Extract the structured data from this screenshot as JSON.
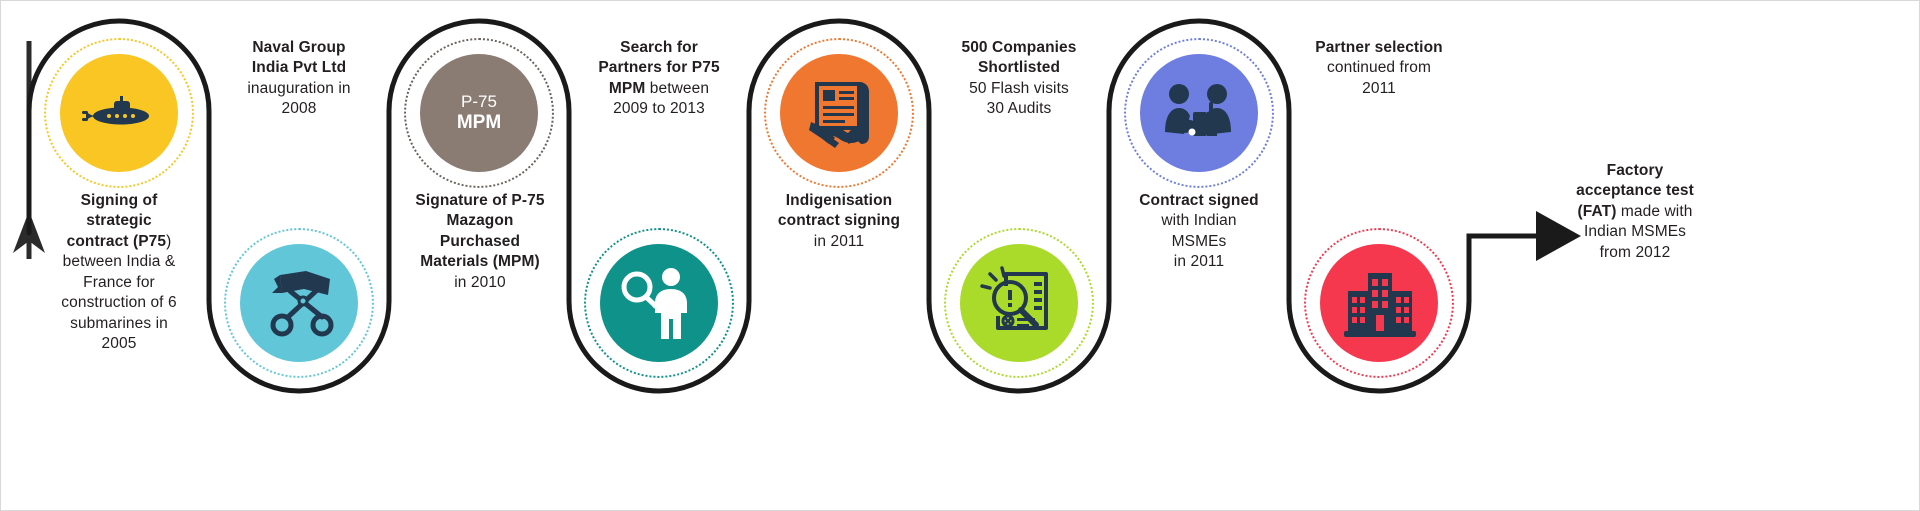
{
  "infographic": {
    "title_semantic": "P-75 submarine programme indigenisation timeline",
    "background": "#ffffff",
    "path_color": "#1a1a1a",
    "text_color": "#231f20"
  },
  "steps": [
    {
      "id": "step-1",
      "icon_name": "submarine-icon",
      "color": "#f9c623",
      "badge_label": null,
      "caption_html_lines": [
        "Signing of",
        "strategic",
        "contract (P75)",
        "between India &",
        "France for",
        "construction of 6",
        "submarines in",
        "2005"
      ],
      "caption_bold_prefix": "Signing of strategic contract (P75)",
      "caption_rest": " between India & France for construction of 6 submarines in 2005",
      "year": "2005"
    },
    {
      "id": "step-2",
      "icon_name": "ribbon-cutting-scissors-icon",
      "color": "#62c6d9",
      "badge_label": null,
      "caption_html_lines": [
        "Naval Group",
        "India Pvt Ltd",
        "inauguration in",
        "2008"
      ],
      "caption_bold_prefix": "Naval Group India Pvt Ltd",
      "caption_rest": " inauguration in 2008",
      "year": "2008"
    },
    {
      "id": "step-3",
      "icon_name": "p75-mpm-text-badge",
      "color": "#8a7b73",
      "badge_label": {
        "line1": "P-75",
        "line2": "MPM"
      },
      "caption_html_lines": [
        "Signature of P-75",
        "Mazagon",
        "Purchased",
        "Materials (MPM)",
        "in 2010"
      ],
      "caption_bold_prefix": "Signature of P-75 Mazagon Purchased Materials (MPM)",
      "caption_rest": " in 2010",
      "year": "2010"
    },
    {
      "id": "step-4",
      "icon_name": "search-partner-person-icon",
      "color": "#0e9289",
      "badge_label": null,
      "caption_html_lines": [
        "Search for",
        "Partners for P75",
        "MPM between",
        "2009 to 2013"
      ],
      "caption_bold_prefix": "Search for Partners for P75 MPM",
      "caption_rest": " between 2009 to 2013",
      "year": "2009 to 2013"
    },
    {
      "id": "step-5",
      "icon_name": "contract-handshake-icon",
      "color": "#f0772f",
      "badge_label": null,
      "caption_html_lines": [
        "Indigenisation",
        "contract signing",
        "in 2011"
      ],
      "caption_bold_prefix": "Indigenisation contract signing",
      "caption_rest": " in 2011",
      "year": "2011"
    },
    {
      "id": "step-6",
      "icon_name": "audit-magnifier-checklist-icon",
      "color": "#aada2a",
      "badge_label": null,
      "caption_html_lines": [
        "500 Companies",
        "Shortlisted",
        "50 Flash visits",
        "30 Audits"
      ],
      "caption_bold_prefix": "500 Companies Shortlisted",
      "caption_rest": " 50 Flash visits 30 Audits",
      "year": null
    },
    {
      "id": "step-7",
      "icon_name": "two-people-meeting-icon",
      "color": "#6e7ee0",
      "badge_label": null,
      "caption_html_lines": [
        "Contract signed",
        "with Indian",
        "MSMEs",
        "in 2011"
      ],
      "caption_bold_prefix": "Contract signed",
      "caption_rest": " with Indian MSMEs in 2011",
      "year": "2011"
    },
    {
      "id": "step-8",
      "icon_name": "factory-buildings-icon",
      "color": "#f5384e",
      "badge_label": null,
      "caption_html_lines": [
        "Partner selection",
        "continued from",
        "2011"
      ],
      "caption_bold_prefix": "Partner selection",
      "caption_rest": " continued from 2011",
      "year": "2011"
    },
    {
      "id": "step-9",
      "icon_name": null,
      "color": null,
      "badge_label": null,
      "caption_html_lines": [
        "Factory",
        "acceptance test",
        "(FAT) made with",
        "Indian MSMEs",
        "from 2012"
      ],
      "caption_bold_prefix": "Factory acceptance test (FAT)",
      "caption_rest": " made with Indian MSMEs from 2012",
      "year": "2012"
    }
  ],
  "captions": {
    "c1": {
      "b1": "Signing of",
      "b2": "strategic",
      "b3": "contract (P75",
      "n3": ")",
      "n4": "between India &",
      "n5": "France for",
      "n6": "construction of 6",
      "n7": "submarines in",
      "n8": "2005"
    },
    "c2": {
      "b1": "Naval Group",
      "b2": "India Pvt Ltd",
      "n3": "inauguration in",
      "n4": "2008"
    },
    "c3": {
      "b1": "Signature of P-75",
      "b2": "Mazagon",
      "b3": "Purchased",
      "b4": "Materials (MPM)",
      "n5": "in 2010"
    },
    "c4": {
      "b1": "Search for",
      "b2": "Partners for P75",
      "b3": "MPM",
      "n3": " between",
      "n4": "2009 to 2013"
    },
    "c5": {
      "b1": "Indigenisation",
      "b2": "contract signing",
      "n3": "in 2011"
    },
    "c6": {
      "b1": "500 Companies",
      "b2": "Shortlisted",
      "n3": "50 Flash visits",
      "n4": "30 Audits"
    },
    "c7": {
      "b1": "Contract signed",
      "n2": "with Indian",
      "n3": "MSMEs",
      "n4": "in 2011"
    },
    "c8": {
      "b1": "Partner selection",
      "n2": "continued from",
      "n3": "2011"
    },
    "c9": {
      "b1": "Factory",
      "b2": "acceptance test",
      "b3": "(FAT)",
      "n3": " made with",
      "n4": "Indian MSMEs",
      "n5": "from 2012"
    }
  },
  "badges": {
    "p75": {
      "line1": "P-75",
      "line2": "MPM"
    }
  },
  "colors": {
    "yellow": "#f9c623",
    "cyan": "#62c6d9",
    "brown": "#8a7b73",
    "teal": "#0e9289",
    "orange": "#f0772f",
    "green": "#aada2a",
    "periwinkle": "#6e7ee0",
    "red": "#f5384e",
    "navy": "#21384f",
    "ink": "#1a1a1a"
  }
}
